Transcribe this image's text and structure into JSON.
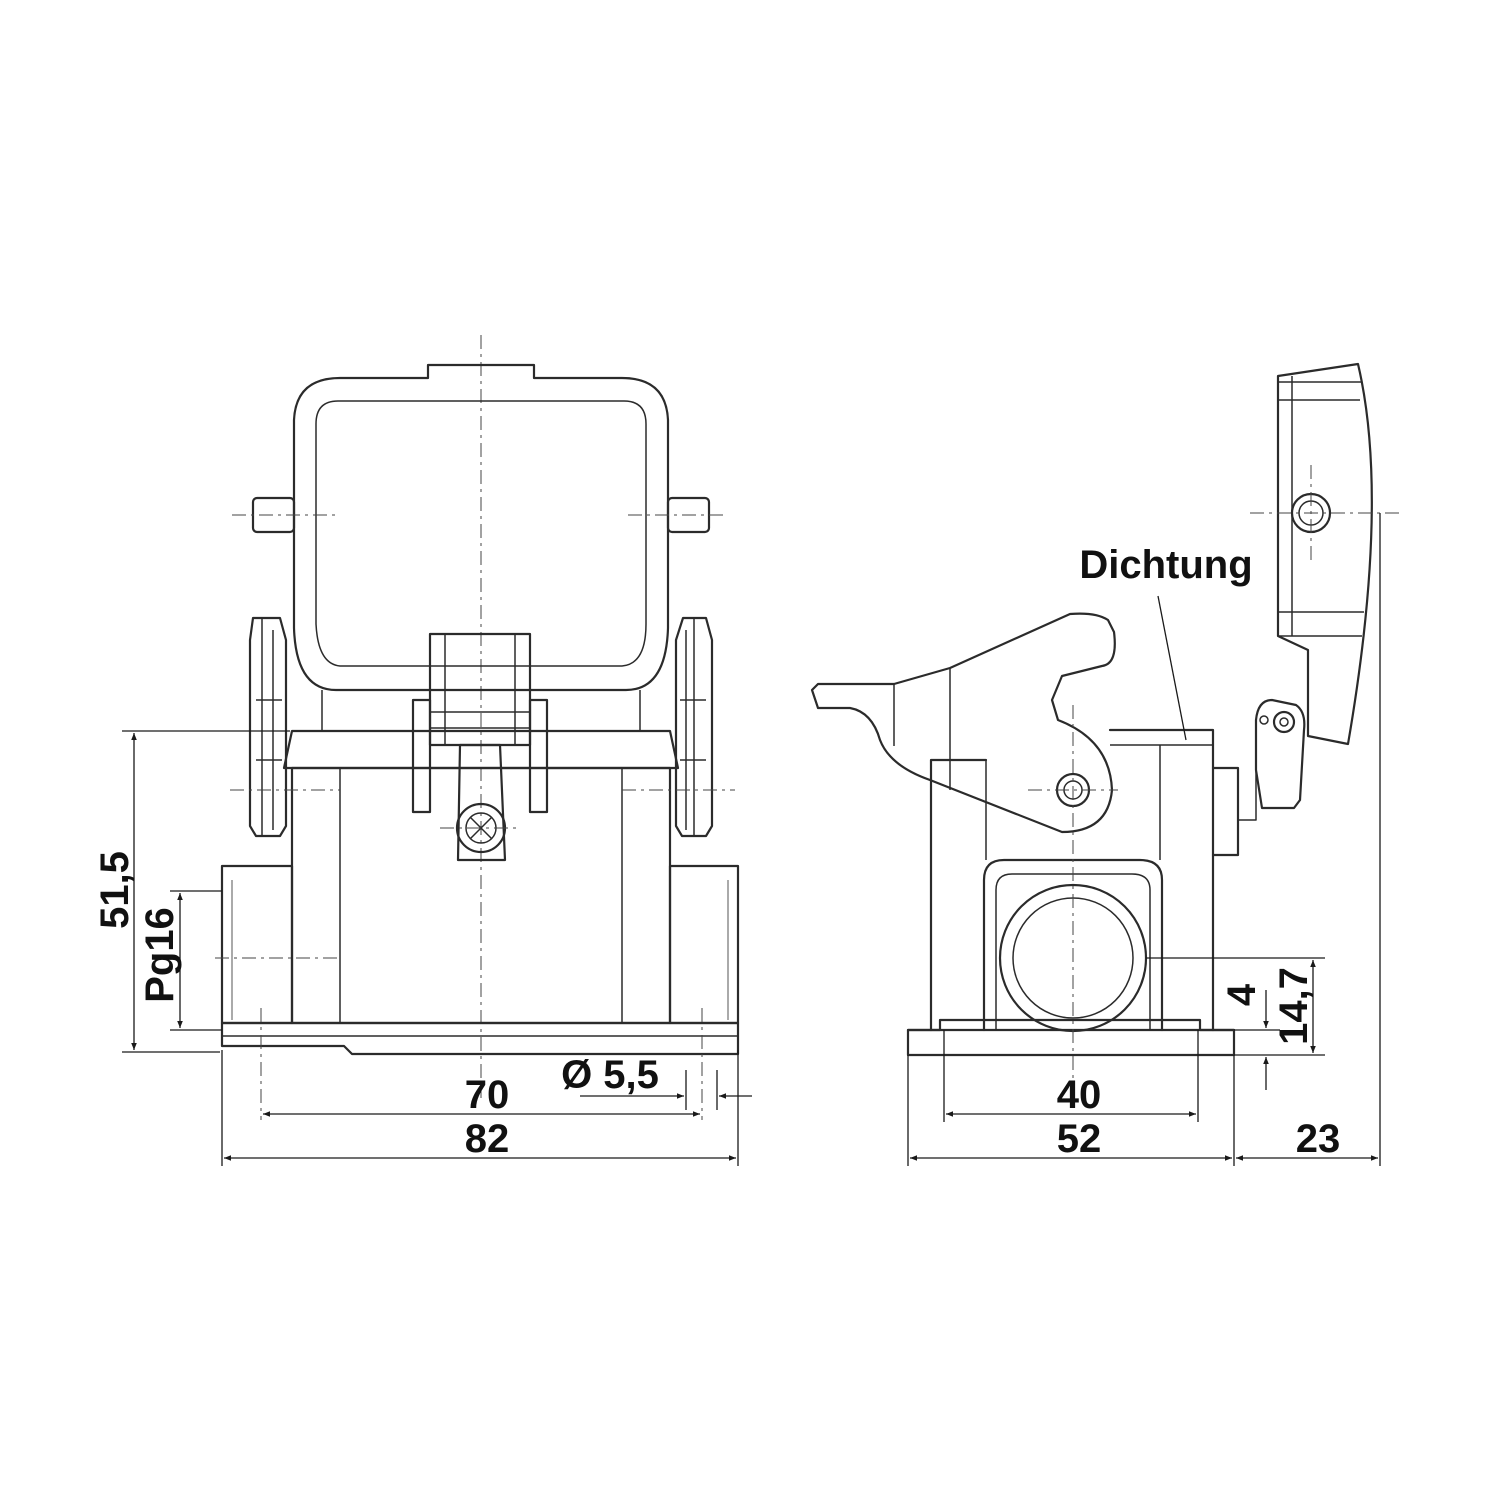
{
  "labels": {
    "seal": "Dichtung"
  },
  "dimensions": {
    "front_height": "51,5",
    "thread": "Pg16",
    "hole_diameter": "Ø 5,5",
    "front_hole_spacing": "70",
    "front_width": "82",
    "side_hole_spacing": "40",
    "side_width": "52",
    "lid_depth": "23",
    "side_small": "4",
    "side_height": "14,7"
  },
  "colors": {
    "line": "#2b2b2b",
    "background": "#ffffff"
  }
}
